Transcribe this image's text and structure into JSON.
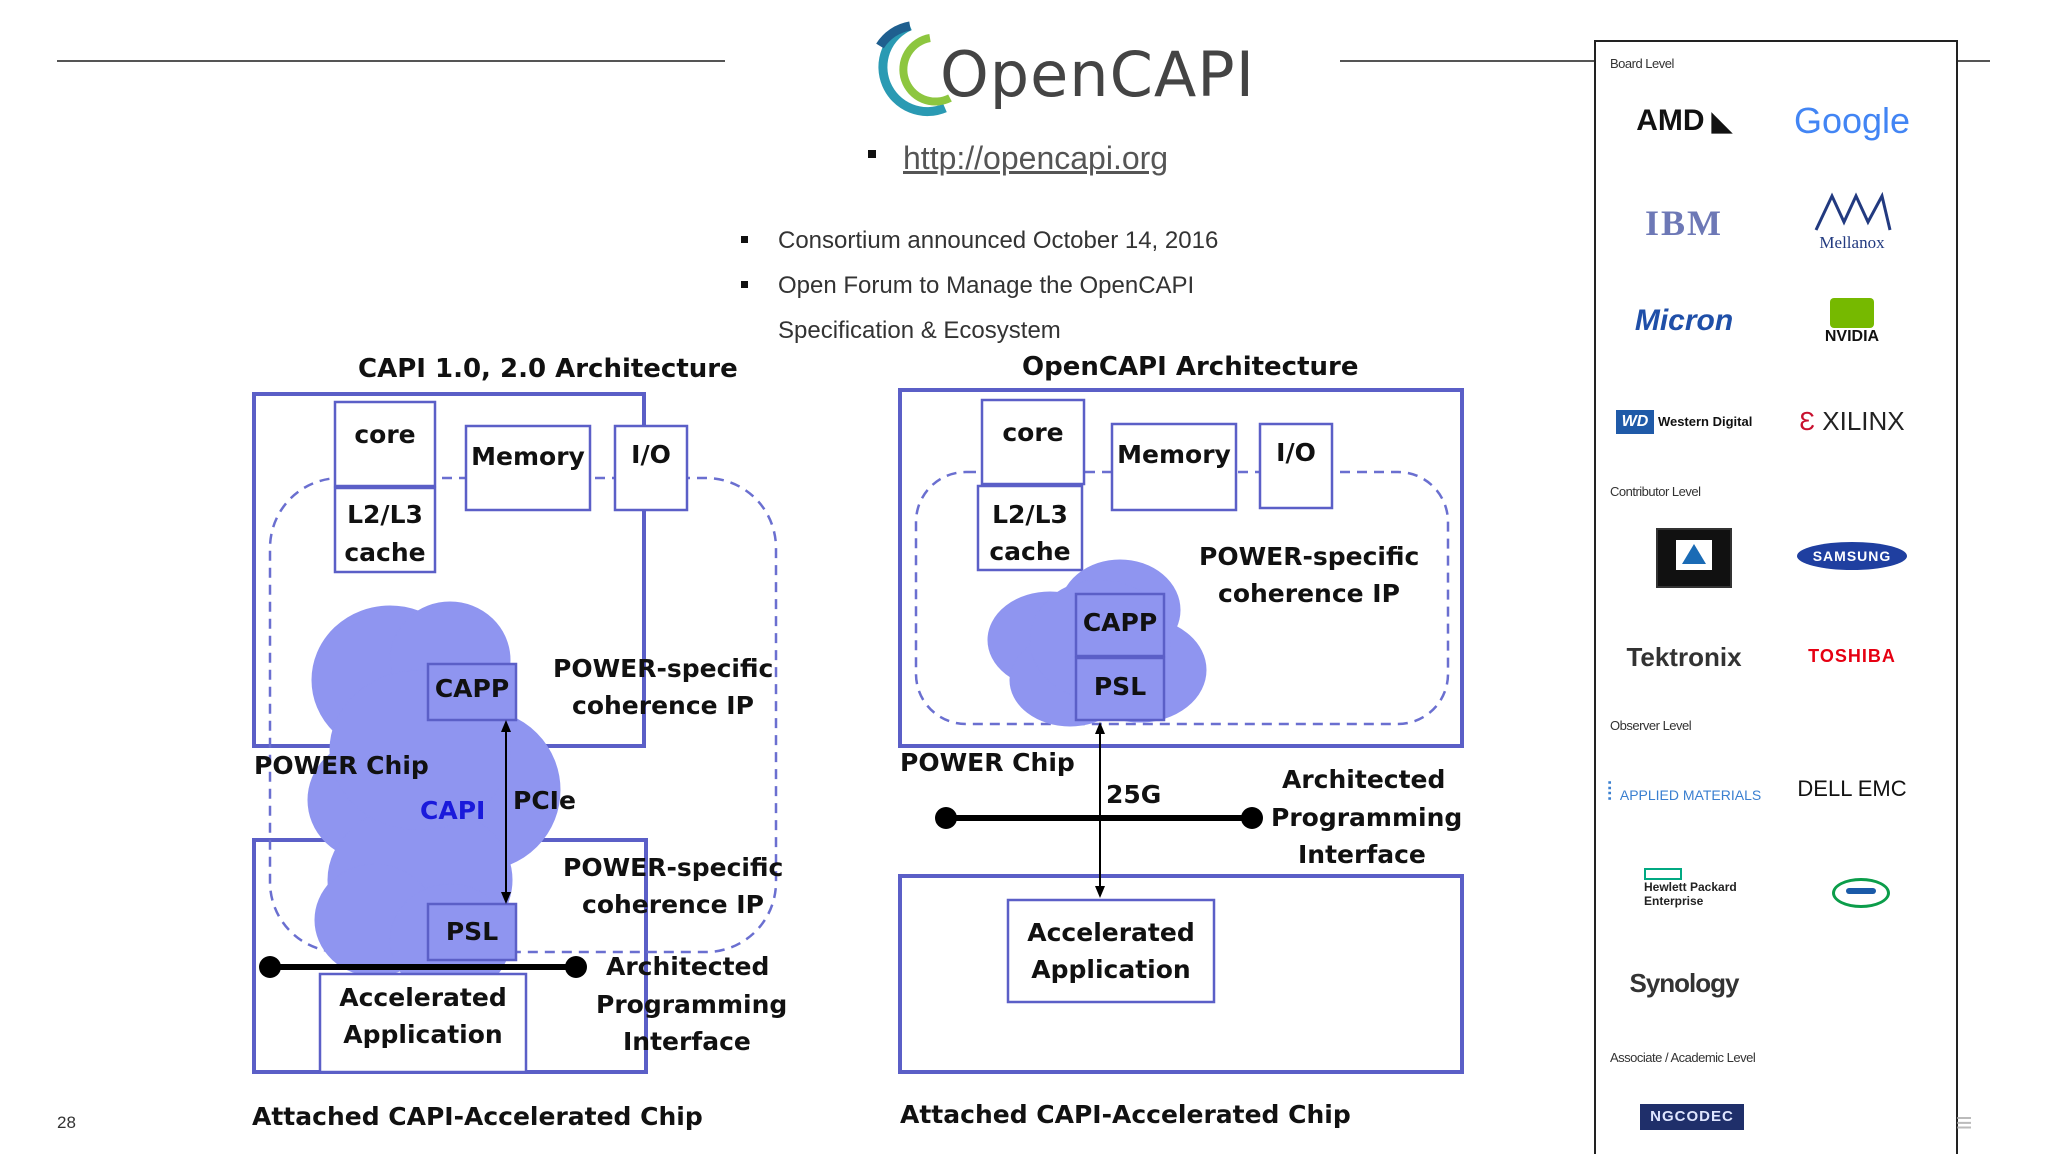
{
  "header": {
    "logo_text": "OpenCAPI",
    "link": "http://opencapi.org",
    "bullets": [
      "Consortium announced October 14, 2016",
      "Open Forum to Manage the OpenCAPI",
      "Specification & Ecosystem"
    ]
  },
  "left_diagram": {
    "title": "CAPI 1.0, 2.0 Architecture",
    "core": "core",
    "memory": "Memory",
    "io": "I/O",
    "cache_1": "L2/L3",
    "cache_2": "cache",
    "coherence_top_1": "POWER-specific",
    "coherence_top_2": "coherence IP",
    "capp": "CAPP",
    "power_chip": "POWER Chip",
    "capi": "CAPI",
    "pcie": "PCIe",
    "coherence_bottom_1": "POWER-specific",
    "coherence_bottom_2": "coherence IP",
    "psl": "PSL",
    "arch_1": "Architected",
    "arch_2": "Programming",
    "arch_3": "Interface",
    "app_1": "Accelerated",
    "app_2": "Application",
    "chip_label": "Attached CAPI-Accelerated Chip"
  },
  "right_diagram": {
    "title": "OpenCAPI Architecture",
    "core": "core",
    "memory": "Memory",
    "io": "I/O",
    "cache_1": "L2/L3",
    "cache_2": "cache",
    "coherence_1": "POWER-specific",
    "coherence_2": "coherence IP",
    "capp": "CAPP",
    "psl": "PSL",
    "power_chip": "POWER Chip",
    "speed": "25G",
    "arch_1": "Architected",
    "arch_2": "Programming",
    "arch_3": "Interface",
    "app_1": "Accelerated",
    "app_2": "Application",
    "chip_label": "Attached CAPI-Accelerated Chip"
  },
  "members": {
    "board_level": "Board Level",
    "board": [
      "AMD",
      "Google",
      "IBM",
      "Mellanox",
      "Micron",
      "NVIDIA",
      "Western Digital",
      "XILINX"
    ],
    "contributor_level": "Contributor Level",
    "contributor": [
      "SAMSUNG",
      "Tektronix",
      "TOSHIBA"
    ],
    "observer_level": "Observer Level",
    "observer": [
      "APPLIED MATERIALS",
      "DELL EMC",
      "Hewlett Packard Enterprise",
      "Synology"
    ],
    "associate_level": "Associate / Academic Level",
    "associate": [
      "NGCODEC"
    ]
  },
  "footer": {
    "page_number": "28"
  },
  "colors": {
    "box_border": "#5b5fc7",
    "cloud": "#8f95f0",
    "dashed": "#6a6fd0",
    "capi_text": "#1a1adb"
  }
}
